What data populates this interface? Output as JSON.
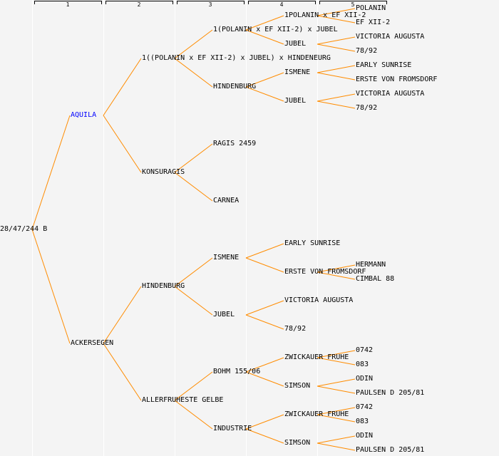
{
  "colors": {
    "line": "#ff8c00",
    "highlight": "#0000ff",
    "text": "#000000"
  },
  "generations": [
    "1",
    "2",
    "3",
    "4",
    "5"
  ],
  "tree": {
    "label": "28/47/244 B",
    "children": [
      {
        "label": "AQUILA",
        "highlight": true,
        "children": [
          {
            "label": "1((POLANIN x EF XII-2) x JUBEL) x HINDENEURG",
            "children": [
              {
                "label": "1(POLANIN x EF XII-2) x JUBEL",
                "children": [
                  {
                    "label": "1POLANIN x EF XII-2",
                    "children": [
                      {
                        "label": "POLANIN"
                      },
                      {
                        "label": "EF XII-2"
                      }
                    ]
                  },
                  {
                    "label": "JUBEL",
                    "children": [
                      {
                        "label": "VICTORIA AUGUSTA"
                      },
                      {
                        "label": "78/92"
                      }
                    ]
                  }
                ]
              },
              {
                "label": "HINDENBURG",
                "children": [
                  {
                    "label": "ISMENE",
                    "children": [
                      {
                        "label": "EARLY SUNRISE"
                      },
                      {
                        "label": "ERSTE VON FROMSDORF"
                      }
                    ]
                  },
                  {
                    "label": "JUBEL",
                    "children": [
                      {
                        "label": "VICTORIA AUGUSTA"
                      },
                      {
                        "label": "78/92"
                      }
                    ]
                  }
                ]
              }
            ]
          },
          {
            "label": "KONSURAGIS",
            "children": [
              {
                "label": "RAGIS 2459"
              },
              {
                "label": "CARNEA"
              }
            ]
          }
        ]
      },
      {
        "label": "ACKERSEGEN",
        "children": [
          {
            "label": "HINDENBURG",
            "children": [
              {
                "label": "ISMENE",
                "children": [
                  {
                    "label": "EARLY SUNRISE"
                  },
                  {
                    "label": "ERSTE VON FROMSDORF",
                    "children": [
                      {
                        "label": "HERMANN"
                      },
                      {
                        "label": "CIMBAL 88"
                      }
                    ]
                  }
                ]
              },
              {
                "label": "JUBEL",
                "children": [
                  {
                    "label": "VICTORIA AUGUSTA"
                  },
                  {
                    "label": "78/92"
                  }
                ]
              }
            ]
          },
          {
            "label": "ALLERFRUHESTE GELBE",
            "children": [
              {
                "label": "BOHM 155/06",
                "children": [
                  {
                    "label": "ZWICKAUER FRUHE",
                    "children": [
                      {
                        "label": "0742"
                      },
                      {
                        "label": "083"
                      }
                    ]
                  },
                  {
                    "label": "SIMSON",
                    "children": [
                      {
                        "label": "ODIN"
                      },
                      {
                        "label": "PAULSEN D 205/81"
                      }
                    ]
                  }
                ]
              },
              {
                "label": "INDUSTRIE",
                "children": [
                  {
                    "label": "ZWICKAUER FRUHE",
                    "children": [
                      {
                        "label": "0742"
                      },
                      {
                        "label": "083"
                      }
                    ]
                  },
                  {
                    "label": "SIMSON",
                    "children": [
                      {
                        "label": "ODIN"
                      },
                      {
                        "label": "PAULSEN D 205/81"
                      }
                    ]
                  }
                ]
              }
            ]
          }
        ]
      }
    ]
  }
}
